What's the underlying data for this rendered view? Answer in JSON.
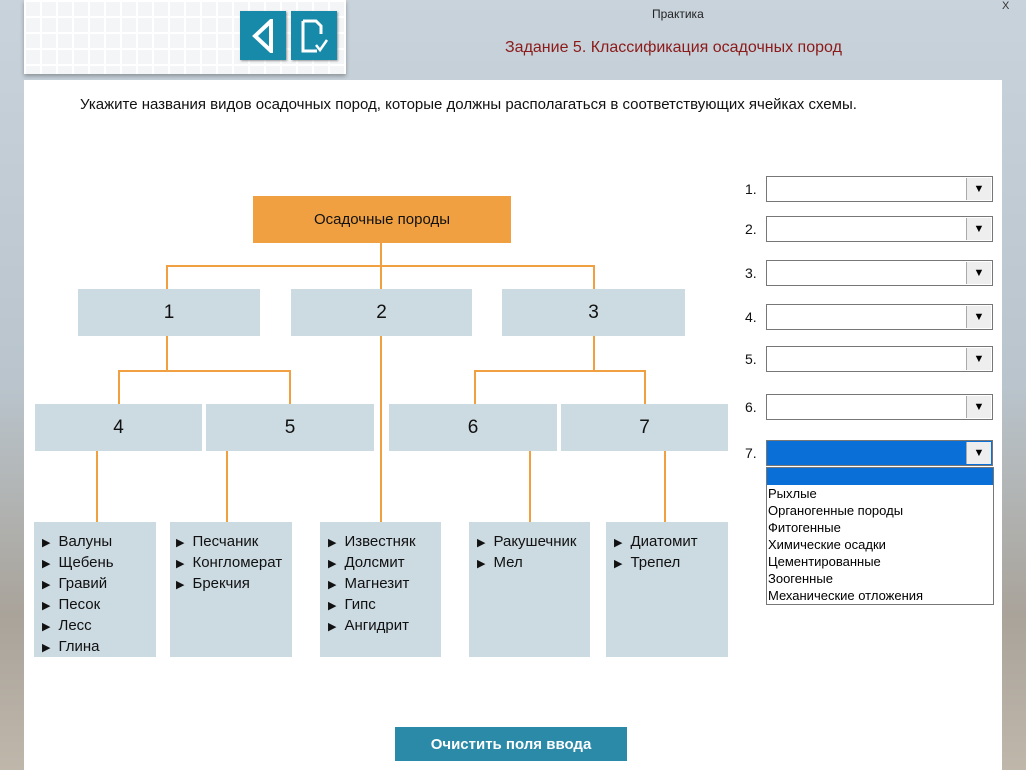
{
  "header": {
    "app_title": "Практика",
    "task_title": "Задание 5. Классификация осадочных пород",
    "close": "X"
  },
  "instruction": "Укажите названия видов осадочных пород, которые должны располагаться в соответствующих ячейках схемы.",
  "diagram": {
    "root": "Осадочные породы",
    "level1": [
      "1",
      "2",
      "3"
    ],
    "level2": [
      "4",
      "5",
      "6",
      "7"
    ],
    "leaves": [
      [
        "Валуны",
        "Щебень",
        "Гравий",
        "Песок",
        "Лесс",
        "Глина"
      ],
      [
        "Песчаник",
        "Конгломерат",
        "Брекчия"
      ],
      [
        "Известняк",
        "Долсмит",
        "Магнезит",
        "Гипс",
        "Ангидрит"
      ],
      [
        "Ракушечник",
        "Мел"
      ],
      [
        "Диатомит",
        "Трепел"
      ]
    ]
  },
  "answers": [
    {
      "label": "1.",
      "value": ""
    },
    {
      "label": "2.",
      "value": ""
    },
    {
      "label": "3.",
      "value": ""
    },
    {
      "label": "4.",
      "value": ""
    },
    {
      "label": "5.",
      "value": ""
    },
    {
      "label": "6.",
      "value": ""
    },
    {
      "label": "7.",
      "value": ""
    }
  ],
  "dropdown_options": [
    "",
    "Рыхлые",
    "Органогенные породы",
    "Фитогенные",
    "Химические осадки",
    "Цементированные",
    "Зоогенные",
    "Механические отложения"
  ],
  "clear_button": "Очистить поля ввода",
  "colors": {
    "accent": "#178aaa",
    "orange": "#f0a040",
    "box": "#ccdae2",
    "select_blue": "#0a6fd6"
  }
}
